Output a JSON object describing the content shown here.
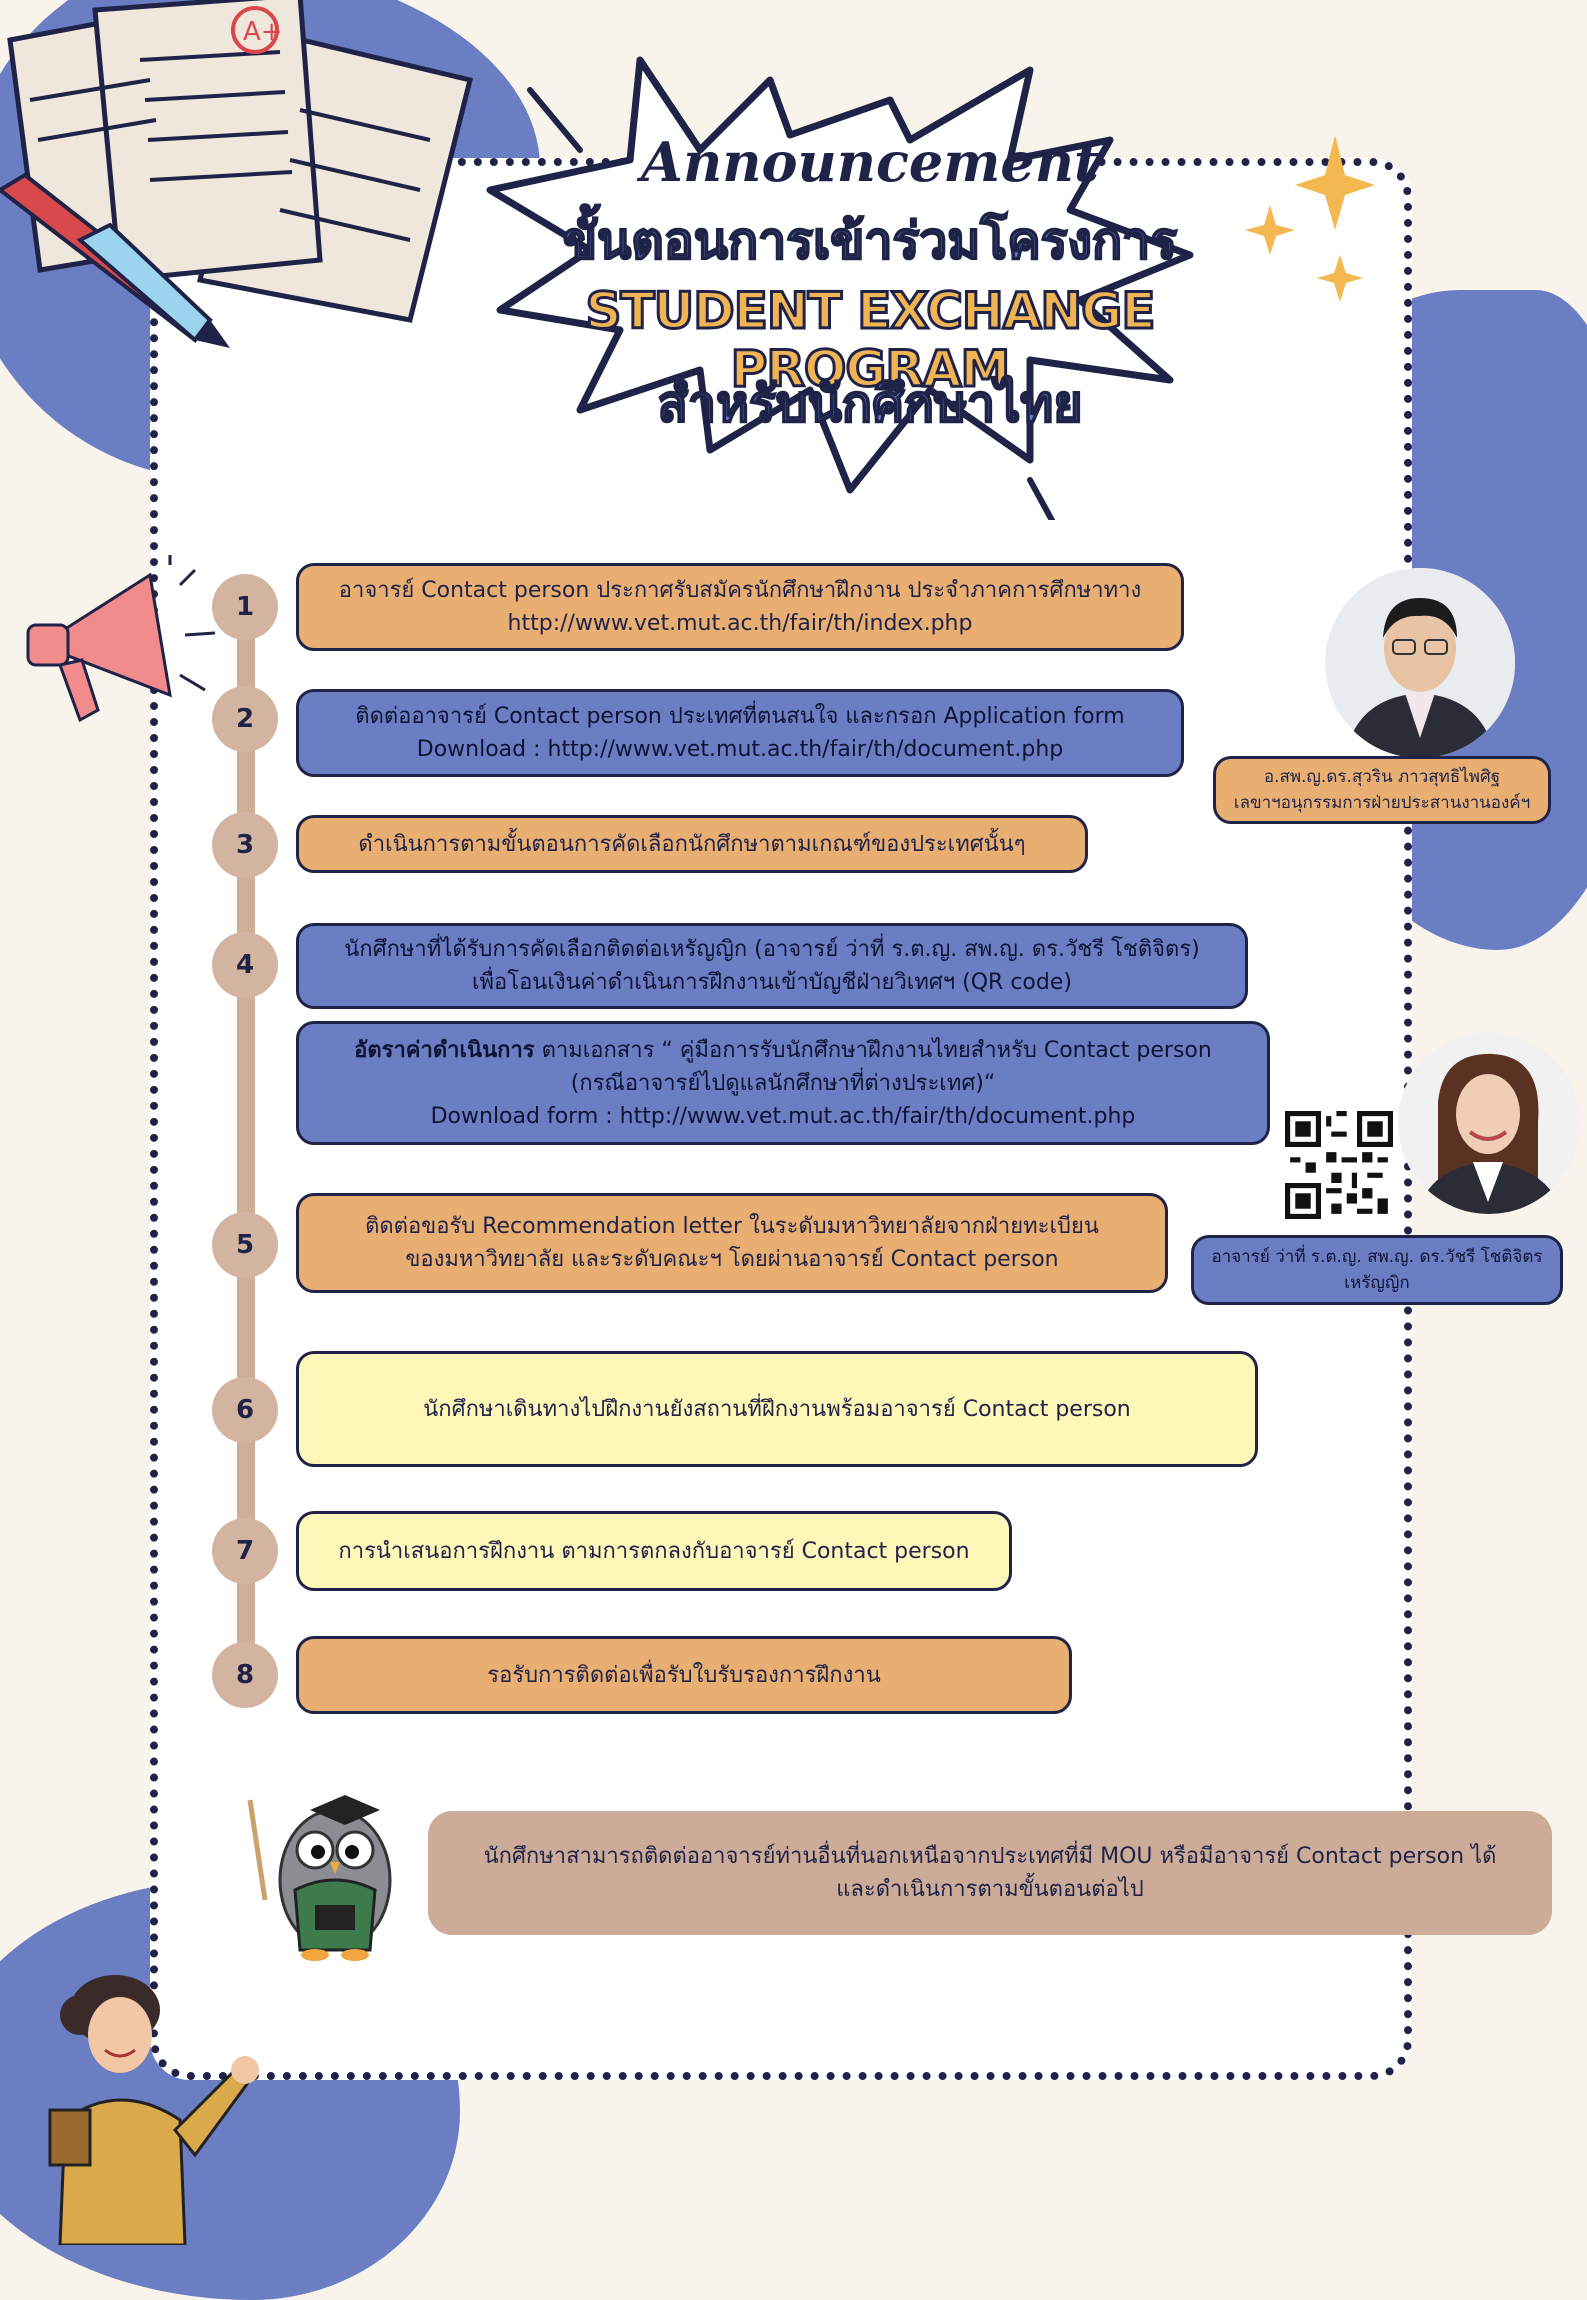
{
  "header": {
    "script_title": "Announcement",
    "thai_title": "ขั้นตอนการเข้าร่วมโครงการ",
    "english_title": "STUDENT EXCHANGE PROGRAM",
    "thai_subtitle": "สำหรับนักศึกษาไทย"
  },
  "steps": [
    {
      "number": "1",
      "lines": [
        "อาจารย์ Contact person ประกาศรับสมัครนักศึกษาฝึกงาน ประจำภาคการศึกษาทาง",
        "http://www.vet.mut.ac.th/fair/th/index.php"
      ]
    },
    {
      "number": "2",
      "lines": [
        "ติดต่ออาจารย์ Contact person ประเทศที่ตนสนใจ และกรอก Application form",
        "Download : http://www.vet.mut.ac.th/fair/th/document.php"
      ]
    },
    {
      "number": "3",
      "lines": [
        "ดำเนินการตามขั้นตอนการคัดเลือกนักศึกษาตามเกณฑ์ของประเทศนั้นๆ"
      ]
    },
    {
      "number": "4",
      "lines": [
        "นักศึกษาที่ได้รับการคัดเลือกติดต่อเหรัญญิก (อาจารย์ ว่าที่ ร.ต.ญ. สพ.ญ. ดร.วัชรี โชติจิตร)",
        "เพื่อโอนเงินค่าดำเนินการฝึกงานเข้าบัญชีฝ่ายวิเทศฯ (QR code)"
      ]
    },
    {
      "number": "5",
      "lines": [
        "ติดต่อขอรับ Recommendation letter ในระดับมหาวิทยาลัยจากฝ่ายทะเบียน",
        "ของมหาวิทยาลัย และระดับคณะฯ โดยผ่านอาจารย์ Contact person"
      ]
    },
    {
      "number": "6",
      "lines": [
        "นักศึกษาเดินทางไปฝึกงานยังสถานที่ฝึกงานพร้อมอาจารย์ Contact person"
      ]
    },
    {
      "number": "7",
      "lines": [
        "การนำเสนอการฝึกงาน ตามการตกลงกับอาจารย์ Contact person"
      ]
    },
    {
      "number": "8",
      "lines": [
        "รอรับการติดต่อเพื่อรับใบรับรองการฝึกงาน"
      ]
    }
  ],
  "fee_box": {
    "bold_label": "อัตราค่าดำเนินการ",
    "line1_rest": " ตามเอกสาร “ คู่มือการรับนักศึกษาฝึกงานไทยสำหรับ Contact person",
    "line2": "(กรณีอาจารย์ไปดูแลนักศึกษาที่ต่างประเทศ)“",
    "line3": "Download form : http://www.vet.mut.ac.th/fair/th/document.php"
  },
  "contacts": {
    "person1_line1": "อ.สพ.ญ.ดร.สุวริน ภาวสุทธิไพศิฐ",
    "person1_line2": "เลขาฯอนุกรรมการฝ่ายประสานงานองค์ฯ",
    "person2_line1": "อาจารย์ ว่าที่ ร.ต.ญ. สพ.ญ. ดร.วัชรี โชติจิตร",
    "person2_line2": "เหรัญญิก"
  },
  "note": {
    "line1": "นักศึกษาสามารถติดต่ออาจารย์ท่านอื่นที่นอกเหนือจากประเทศที่มี MOU หรือมีอาจารย์ Contact person ได้",
    "line2": "และดำเนินการตามขั้นตอนต่อไป"
  },
  "colors": {
    "background": "#f8f4ec",
    "blue": "#6b7ec4",
    "orange": "#e9ae72",
    "yellow": "#fef7b8",
    "navy": "#1f2347",
    "tan": "#ccac99"
  },
  "icons": [
    "paper-sheets-icon",
    "pen-icon",
    "sparkle-icon",
    "megaphone-icon",
    "qr-code-icon",
    "owl-mascot-icon",
    "teacher-illustration-icon"
  ]
}
